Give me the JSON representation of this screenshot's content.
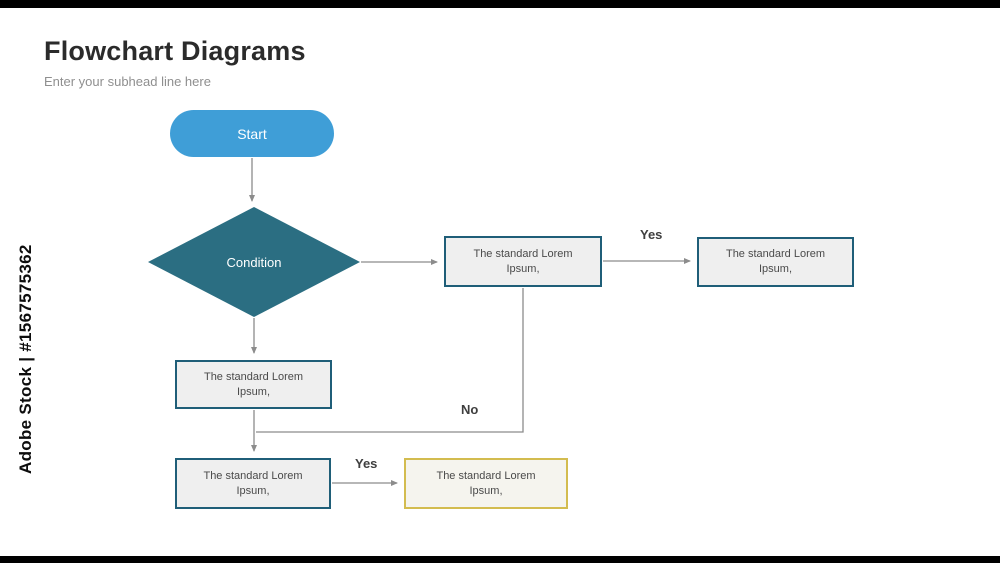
{
  "page": {
    "title": "Flowchart Diagrams",
    "subtitle": "Enter your subhead line here"
  },
  "watermark": "Adobe Stock | #1567575362",
  "diagram": {
    "nodes": {
      "start": "Start",
      "condition": "Condition",
      "box_middle": "The standard Lorem Ipsum,",
      "box_right": "The standard Lorem Ipsum,",
      "box_below_condition": "The standard Lorem Ipsum,",
      "box_bottom_left": "The standard Lorem Ipsum,",
      "box_bottom_yellow": "The standard Lorem Ipsum,"
    },
    "edge_labels": {
      "yes_top": "Yes",
      "no": "No",
      "yes_bottom": "Yes"
    },
    "colors": {
      "start_fill": "#3f9ed7",
      "condition_fill": "#2b6e82",
      "box_border": "#1f5e78",
      "yellow_border": "#d3bc4f",
      "box_fill": "#efefef",
      "connector_line": "#8c8c8c"
    }
  }
}
